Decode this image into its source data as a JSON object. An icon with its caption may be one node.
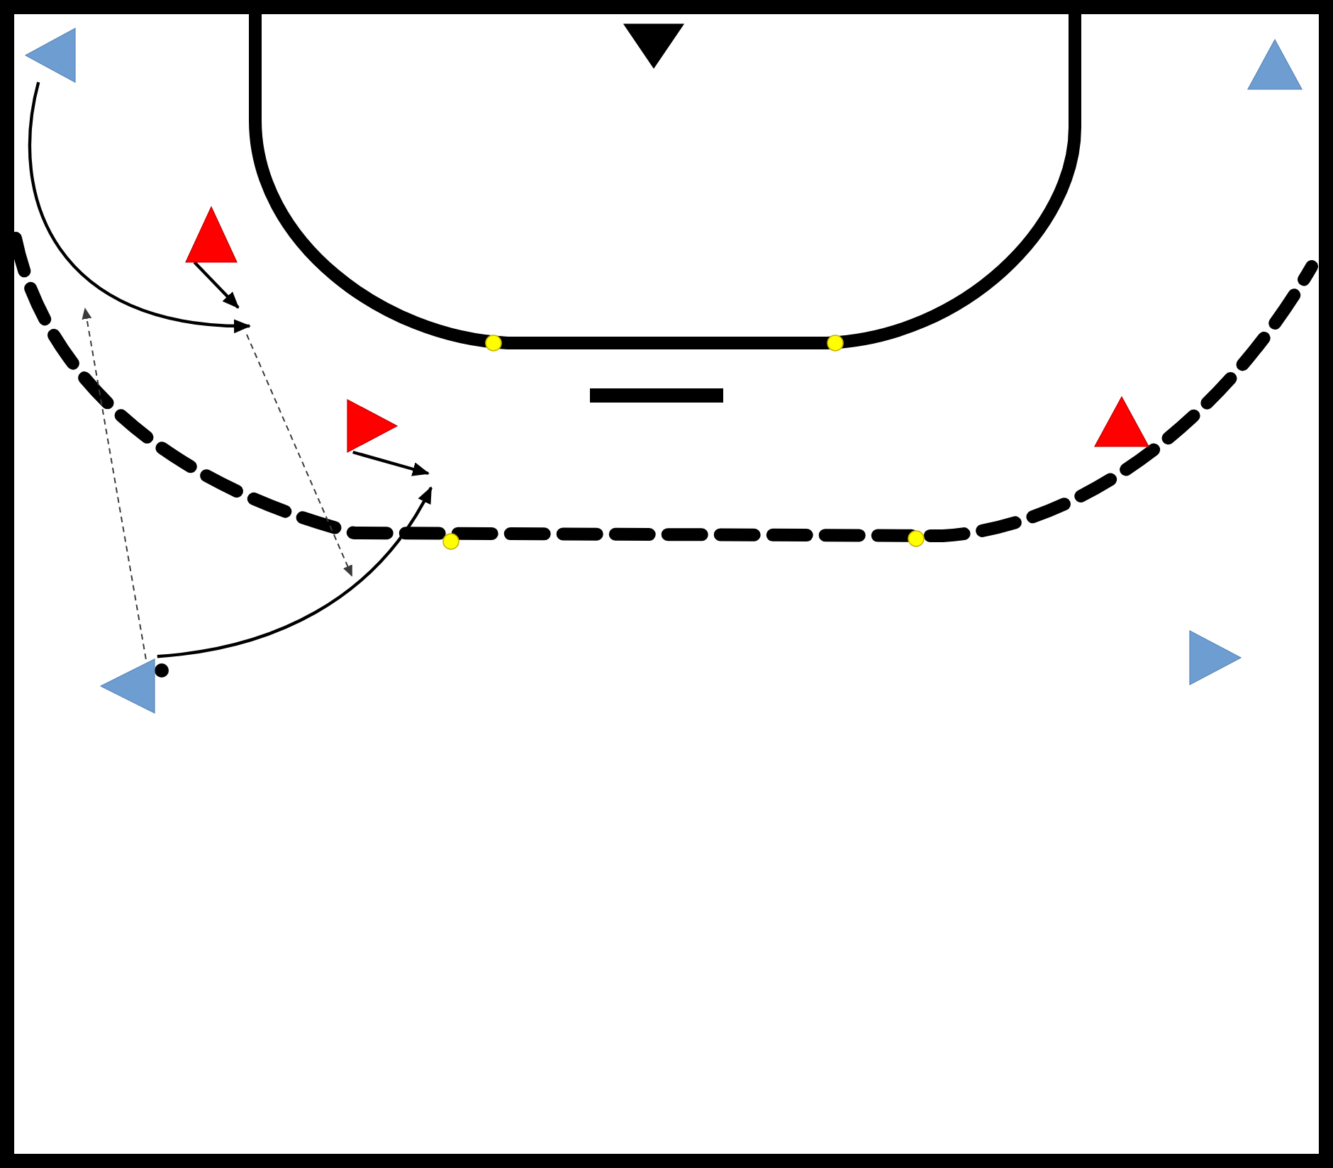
{
  "diagram": {
    "nodes": [
      {
        "text": [],
        "shape": "triangle"
      },
      {
        "text": [],
        "shape": "triangle"
      },
      {
        "text": [],
        "shape": "triangle"
      },
      {
        "text": [],
        "shape": "triangle"
      },
      {
        "text": [],
        "shape": "triangle"
      },
      {
        "text": [],
        "shape": "triangle"
      },
      {
        "text": [],
        "shape": "triangle"
      },
      {
        "text": [],
        "shape": "triangle"
      }
    ],
    "edges": [
      {
        "from": 0,
        "to": null,
        "arrow": "to"
      },
      {
        "from": 3,
        "to": null,
        "arrow": "to"
      },
      {
        "from": 4,
        "to": null,
        "arrow": "to"
      },
      {
        "from": 7,
        "to": null,
        "arrow": "to"
      },
      {
        "from": 7,
        "to": null,
        "arrow": "to",
        "style": "dashed"
      }
    ]
  }
}
